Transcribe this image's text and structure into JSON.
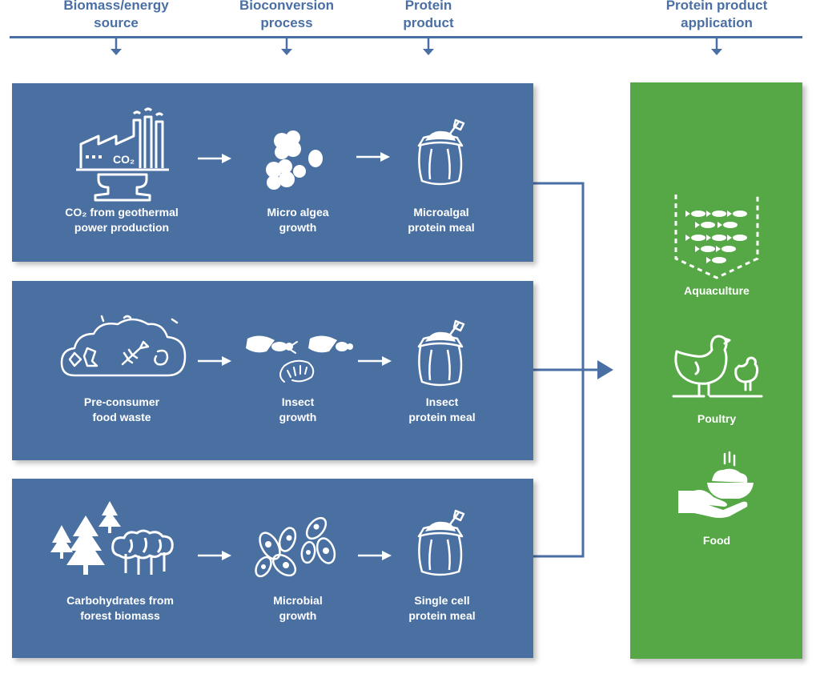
{
  "headers": [
    {
      "line1": "Biomass/energy",
      "line2": "source"
    },
    {
      "line1": "Bioconversion",
      "line2": "process"
    },
    {
      "line1": "Protein",
      "line2": "product"
    },
    {
      "line1": "Protein product",
      "line2": "application"
    }
  ],
  "rows": [
    {
      "source": {
        "line1": "CO₂ from geothermal",
        "line2": "power production",
        "icon": "factory-co2-icon",
        "icon_text": "CO₂"
      },
      "process": {
        "line1": "Micro algea",
        "line2": "growth",
        "icon": "algae-cells-icon"
      },
      "product": {
        "line1": "Microalgal",
        "line2": "protein meal",
        "icon": "protein-sack-icon"
      }
    },
    {
      "source": {
        "line1": "Pre-consumer",
        "line2": "food waste",
        "icon": "food-waste-cloud-icon"
      },
      "process": {
        "line1": "Insect",
        "line2": "growth",
        "icon": "insects-icon"
      },
      "product": {
        "line1": "Insect",
        "line2": "protein meal",
        "icon": "protein-sack-icon"
      }
    },
    {
      "source": {
        "line1": "Carbohydrates from",
        "line2": "forest biomass",
        "icon": "forest-trees-icon"
      },
      "process": {
        "line1": "Microbial",
        "line2": "growth",
        "icon": "microbial-cells-icon"
      },
      "product": {
        "line1": "Single cell",
        "line2": "protein meal",
        "icon": "protein-sack-icon"
      }
    }
  ],
  "applications": [
    {
      "label": "Aquaculture",
      "icon": "fish-pen-icon"
    },
    {
      "label": "Poultry",
      "icon": "chickens-icon"
    },
    {
      "label": "Food",
      "icon": "hand-bowl-icon"
    }
  ],
  "colors": {
    "row_blue": "#4a70a2",
    "header_blue": "#4a6fa5",
    "application_green": "#56a846",
    "icon_white": "#ffffff"
  }
}
